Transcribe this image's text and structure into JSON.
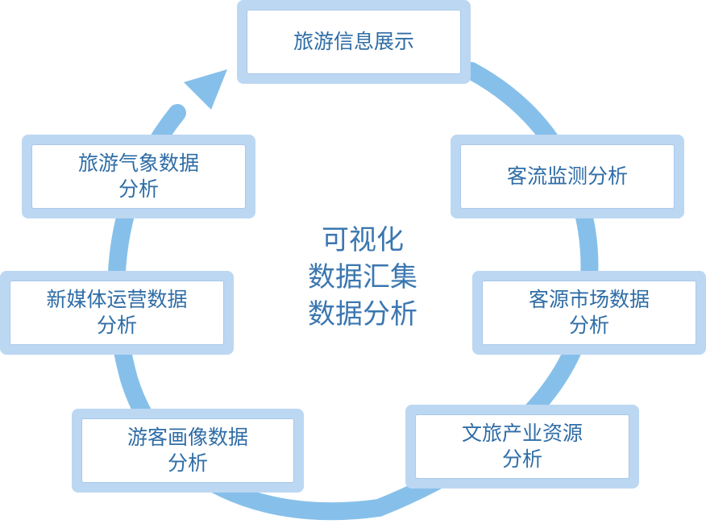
{
  "colors": {
    "ring": "#86c0ea",
    "box_outer": "#bcd7f2",
    "box_inner": "#ffffff",
    "text": "#2f6da6"
  },
  "center": {
    "text": "可视化\n数据汇集\n数据分析"
  },
  "nodes": [
    {
      "label": "旅游信息展示"
    },
    {
      "label": "客流监测分析"
    },
    {
      "label": "客源市场数据\n分析"
    },
    {
      "label": "文旅产业资源\n分析"
    },
    {
      "label": "游客画像数据\n分析"
    },
    {
      "label": "新媒体运营数据\n分析"
    },
    {
      "label": "旅游气象数据\n分析"
    }
  ]
}
